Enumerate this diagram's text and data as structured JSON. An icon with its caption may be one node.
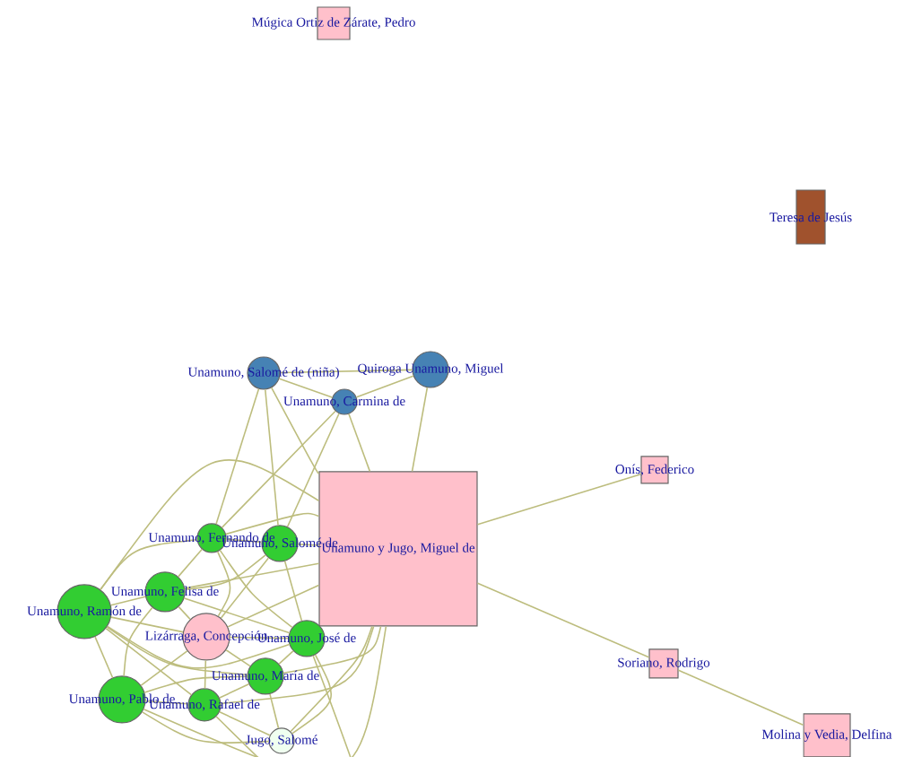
{
  "diagram": {
    "nodes": [
      {
        "text": [
          "Múgica Ortiz de Zárate, Pedro"
        ]
      },
      {
        "text": [
          "Teresa de Jesús"
        ]
      },
      {
        "text": [
          "Unamuno, Salomé de (niña)"
        ]
      },
      {
        "text": [
          "Quiroga Unamuno, Miguel"
        ]
      },
      {
        "text": [
          "Unamuno, Carmina de"
        ]
      },
      {
        "text": [
          "Unamuno y Jugo, Miguel de"
        ]
      },
      {
        "text": [
          "Onís, Federico"
        ]
      },
      {
        "text": [
          "Unamuno, Fernando de"
        ]
      },
      {
        "text": [
          "Unamuno, Salomé de"
        ]
      },
      {
        "text": [
          "Unamuno, Felisa de"
        ]
      },
      {
        "text": [
          "Unamuno, Ramón de"
        ]
      },
      {
        "text": [
          "Lizárraga, Concepción"
        ]
      },
      {
        "text": [
          "Unamuno, José de"
        ]
      },
      {
        "text": [
          "Unamuno, María de"
        ]
      },
      {
        "text": [
          "Soriano, Rodrigo"
        ]
      },
      {
        "text": [
          "Unamuno, Pablo de"
        ]
      },
      {
        "text": [
          "Unamuno, Rafael de"
        ]
      },
      {
        "text": [
          "Jugo, Salomé"
        ]
      },
      {
        "text": [
          "Molina y Vedia, Delfina"
        ]
      }
    ],
    "edges": [
      {
        "from": 5,
        "to": 6,
        "arrow": "none"
      },
      {
        "from": 5,
        "to": 14,
        "arrow": "none"
      },
      {
        "from": 14,
        "to": 18,
        "arrow": "none"
      },
      {
        "from": 2,
        "to": 3,
        "arrow": "none"
      },
      {
        "from": 2,
        "to": 4,
        "arrow": "none"
      },
      {
        "from": 3,
        "to": 4,
        "arrow": "none"
      },
      {
        "from": 2,
        "to": 5,
        "arrow": "none"
      },
      {
        "from": 3,
        "to": 5,
        "arrow": "none"
      },
      {
        "from": 4,
        "to": 5,
        "arrow": "none"
      },
      {
        "from": 2,
        "to": 7,
        "arrow": "none"
      },
      {
        "from": 2,
        "to": 8,
        "arrow": "none"
      },
      {
        "from": 4,
        "to": 7,
        "arrow": "none"
      },
      {
        "from": 4,
        "to": 8,
        "arrow": "none"
      },
      {
        "from": 5,
        "to": 7,
        "arrow": "none"
      },
      {
        "from": 5,
        "to": 8,
        "arrow": "none"
      },
      {
        "from": 5,
        "to": 9,
        "arrow": "none"
      },
      {
        "from": 5,
        "to": 10,
        "arrow": "none"
      },
      {
        "from": 5,
        "to": 11,
        "arrow": "none"
      },
      {
        "from": 5,
        "to": 13,
        "arrow": "none"
      },
      {
        "from": 5,
        "to": 15,
        "arrow": "none"
      },
      {
        "from": 5,
        "to": 16,
        "arrow": "none"
      },
      {
        "from": 5,
        "to": 17,
        "arrow": "none"
      },
      {
        "from": 7,
        "to": 8,
        "arrow": "none"
      },
      {
        "from": 7,
        "to": 9,
        "arrow": "none"
      },
      {
        "from": 7,
        "to": 10,
        "arrow": "none"
      },
      {
        "from": 7,
        "to": 11,
        "arrow": "none"
      },
      {
        "from": 7,
        "to": 12,
        "arrow": "none"
      },
      {
        "from": 8,
        "to": 9,
        "arrow": "none"
      },
      {
        "from": 8,
        "to": 11,
        "arrow": "none"
      },
      {
        "from": 8,
        "to": 12,
        "arrow": "none"
      },
      {
        "from": 9,
        "to": 10,
        "arrow": "none"
      },
      {
        "from": 9,
        "to": 11,
        "arrow": "none"
      },
      {
        "from": 9,
        "to": 12,
        "arrow": "none"
      },
      {
        "from": 9,
        "to": 15,
        "arrow": "none"
      },
      {
        "from": 10,
        "to": 11,
        "arrow": "none"
      },
      {
        "from": 10,
        "to": 12,
        "arrow": "none"
      },
      {
        "from": 10,
        "to": 13,
        "arrow": "none"
      },
      {
        "from": 10,
        "to": 15,
        "arrow": "none"
      },
      {
        "from": 10,
        "to": 16,
        "arrow": "none"
      },
      {
        "from": 11,
        "to": 12,
        "arrow": "none"
      },
      {
        "from": 11,
        "to": 13,
        "arrow": "none"
      },
      {
        "from": 11,
        "to": 15,
        "arrow": "none"
      },
      {
        "from": 11,
        "to": 16,
        "arrow": "none"
      },
      {
        "from": 12,
        "to": 13,
        "arrow": "none"
      },
      {
        "from": 12,
        "to": 16,
        "arrow": "none"
      },
      {
        "from": 12,
        "to": 17,
        "arrow": "none"
      },
      {
        "from": 13,
        "to": 15,
        "arrow": "none"
      },
      {
        "from": 13,
        "to": 16,
        "arrow": "none"
      },
      {
        "from": 13,
        "to": 17,
        "arrow": "none"
      },
      {
        "from": 15,
        "to": 16,
        "arrow": "none"
      },
      {
        "from": 15,
        "to": 17,
        "arrow": "none"
      },
      {
        "from": 16,
        "to": 17,
        "arrow": "none"
      }
    ]
  }
}
